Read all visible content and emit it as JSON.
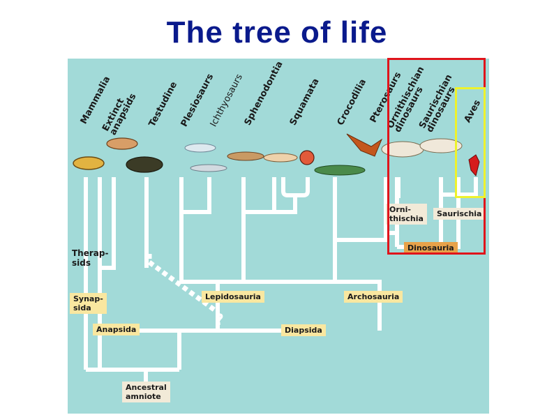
{
  "title": "The tree of life",
  "taxa": [
    {
      "key": "mammalia",
      "text": "Mammalia"
    },
    {
      "key": "extinct",
      "text": "Extinct\nanapsids"
    },
    {
      "key": "testudine",
      "text": "Testudine"
    },
    {
      "key": "plesiosaurs",
      "text": "Plesiosaurs"
    },
    {
      "key": "ichthyosaurs",
      "text": "Ichthyosaurs"
    },
    {
      "key": "sphenodontia",
      "text": "Sphenodontia"
    },
    {
      "key": "squamata",
      "text": "Squamata"
    },
    {
      "key": "crocodilia",
      "text": "Crocodilia"
    },
    {
      "key": "pterosaurs",
      "text": "Pterosaurs"
    },
    {
      "key": "ornithischian",
      "text": "Ornithischian\ndinosaurs"
    },
    {
      "key": "saurischian",
      "text": "Saurischian\ndinosaurs"
    },
    {
      "key": "aves",
      "text": "Aves"
    }
  ],
  "groups": {
    "therapsids": "Therap-\nsids",
    "synapsida": "Synap-\nsida",
    "anapsida": "Anapsida",
    "lepidosauria": "Lepidosauria",
    "archosauria": "Archosauria",
    "diapsida": "Diapsida",
    "ornithischia": "Orni-\nthischia",
    "saurischia": "Saurischia",
    "dinosauria": "Dinosauria",
    "ancestral": "Ancestral\namniote",
    "question": "?"
  },
  "colors": {
    "title": "#0a1a8c",
    "background": "#a2dad8",
    "branch": "#ffffff",
    "red_frame": "#e0141b",
    "yellow_frame": "#eef22c"
  }
}
